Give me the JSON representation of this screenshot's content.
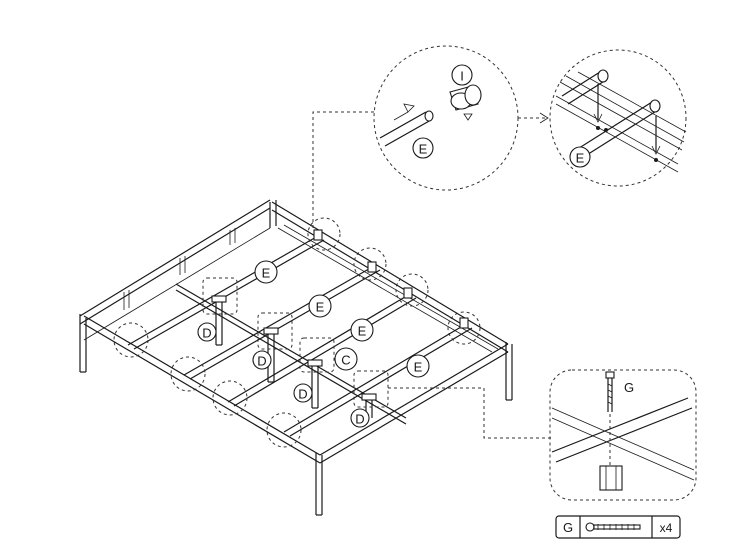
{
  "labels": {
    "e": "E",
    "d": "D",
    "c": "C",
    "i": "I",
    "g": "G"
  },
  "parts_box": {
    "letter": "G",
    "quantity": "x4"
  },
  "colors": {
    "line": "#1a1a1a",
    "background": "#ffffff"
  }
}
